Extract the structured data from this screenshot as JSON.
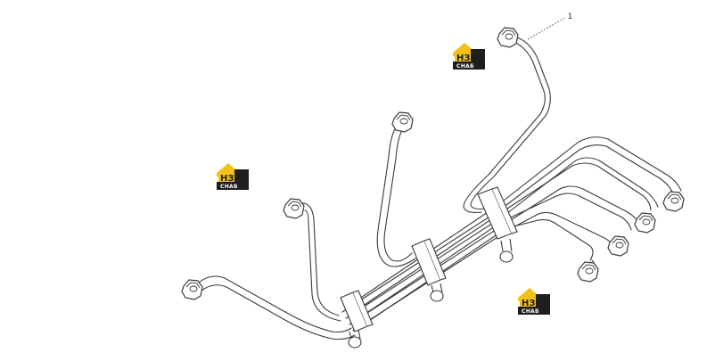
{
  "callouts": [
    {
      "label": "1"
    }
  ],
  "watermark": {
    "top_text": "НЗ",
    "bottom_text": "СНАБ",
    "house_color": "#f3c21a",
    "box_color": "#1e1e1e",
    "text_light": "#ffffff",
    "text_dark": "#1e1e1e"
  },
  "colors": {
    "line": "#3a3a3a",
    "background": "#ffffff"
  }
}
